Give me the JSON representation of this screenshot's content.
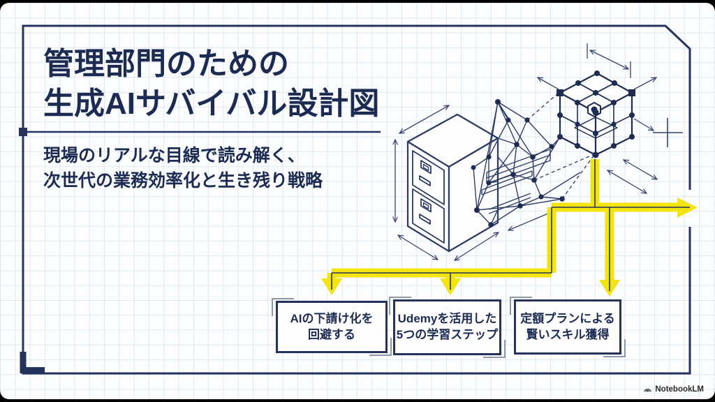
{
  "slide": {
    "title": {
      "line1": "管理部門のための",
      "line2": "生成AIサバイバル設計図"
    },
    "subtitle": {
      "line1": "現場のリアルな目線で読み解く、",
      "line2": "次世代の業務効率化と生き残り戦略"
    },
    "callouts": [
      {
        "line1": "AIの下請け化を",
        "line2": "回避する"
      },
      {
        "line1": "Udemyを活用した",
        "line2": "5つの学習ステップ"
      },
      {
        "line1": "定額プランによる",
        "line2": "賢いスキル獲得"
      }
    ],
    "footer": {
      "brand": "NotebookLM"
    },
    "colors": {
      "navy": "#1c2b52",
      "accent_yellow": "#f2e40c",
      "grid_line": "#d6deea",
      "paper": "#fcfdfe",
      "bracket_gray": "#8e97a8"
    }
  }
}
